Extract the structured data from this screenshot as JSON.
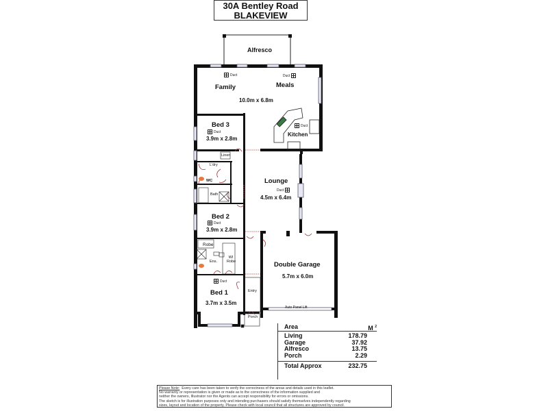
{
  "title": {
    "address": "30A Bentley Road",
    "suburb": "BLAKEVIEW"
  },
  "rooms": {
    "alfresco": {
      "name": "Alfresco"
    },
    "family": {
      "name": "Family"
    },
    "meals": {
      "name": "Meals"
    },
    "family_meals_dims": "10.0m x 6.8m",
    "kitchen": {
      "name": "Kitchen"
    },
    "bed3": {
      "name": "Bed 3",
      "dims": "3.9m x 2.8m"
    },
    "linen": {
      "name": "Linen"
    },
    "laundry": {
      "name": "L'dry"
    },
    "wc": {
      "name": "WC"
    },
    "bath": {
      "name": "Bath"
    },
    "lounge": {
      "name": "Lounge",
      "dims": "4.5m x 6.4m"
    },
    "bed2": {
      "name": "Bed 2",
      "dims": "3.9m x 2.8m"
    },
    "robe": {
      "name": "Robe"
    },
    "ens": {
      "name": "Ens."
    },
    "wi_robe": {
      "name": "WI Robe"
    },
    "double_garage": {
      "name": "Double Garage",
      "dims": "5.7m x 6.0m"
    },
    "auto_panel_lift": "Auto Panel Lift",
    "bed1": {
      "name": "Bed 1",
      "dims": "3.7m x 3.5m"
    },
    "entry": {
      "name": "Entry"
    },
    "porch": {
      "name": "Porch"
    },
    "duct_label": "Duct"
  },
  "area_table": {
    "header": {
      "label": "Area",
      "unit": "M",
      "unit_sup": "2"
    },
    "rows": [
      {
        "label": "Living",
        "value": "178.79"
      },
      {
        "label": "Garage",
        "value": "37.92"
      },
      {
        "label": "Alfresco",
        "value": "13.75"
      },
      {
        "label": "Porch",
        "value": "2.29"
      }
    ],
    "total": {
      "label": "Total Approx",
      "value": "232.75"
    }
  },
  "disclaimer": {
    "heading": "Please Note:",
    "line1": "Every care has been taken to verify the correctness of the areas and details used in this leaflet.",
    "line2": "No warranty or representation is given or made as to the correctness of the information supplied and",
    "line3": "neither the owners, Illustrator nor the Agents can accept responsibility for errors or omissions.",
    "line4": "The sketch is for illustration purposes only and intending purchasers should satisfy themselves independently regarding",
    "line5": "sizes, layout and location of the property. Please check with local council that all structures are approved by council."
  }
}
